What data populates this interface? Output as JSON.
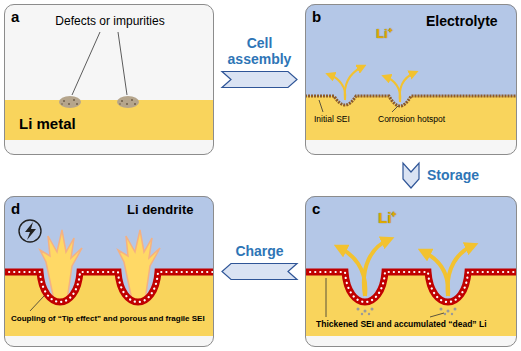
{
  "diagram": {
    "nodes": [
      {
        "text": [
          "a",
          "Defects or impurities",
          "Li metal"
        ]
      },
      {
        "text": [
          "b",
          "Electrolyte",
          "Li⁺",
          "Initial SEI",
          "Corrosion hotspot"
        ]
      },
      {
        "text": [
          "c",
          "Li⁺",
          "Thickened SEI and accumulated “dead” Li"
        ]
      },
      {
        "text": [
          "d",
          "Li dendrite",
          "Coupling of “Tip effect” and porous and fragile SEI"
        ]
      }
    ],
    "edges": [
      {
        "from": 0,
        "to": 1,
        "arrow": "to",
        "label": "Cell assembly"
      },
      {
        "from": 1,
        "to": 2,
        "arrow": "to",
        "label": "Storage"
      },
      {
        "from": 2,
        "to": 3,
        "arrow": "to",
        "label": "Charge"
      }
    ]
  }
}
